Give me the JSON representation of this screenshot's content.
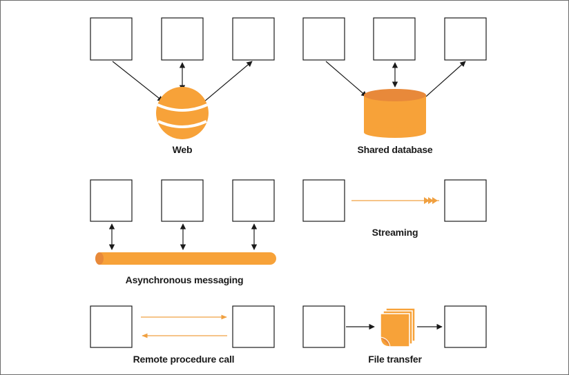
{
  "colors": {
    "accent": "#f7a239",
    "accent_dark": "#e8893a",
    "line": "#1a1a1a"
  },
  "labels": {
    "web": "Web",
    "shared_database": "Shared database",
    "async_messaging": "Asynchronous messaging",
    "streaming": "Streaming",
    "rpc": "Remote procedure call",
    "file_transfer": "File transfer"
  }
}
